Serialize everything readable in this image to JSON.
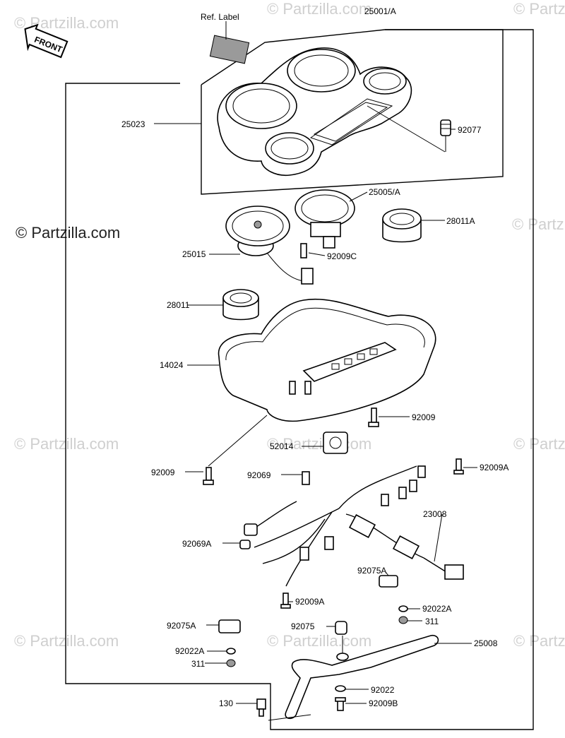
{
  "diagram": {
    "front_badge": "FRONT",
    "watermark_main": "© Partzilla.com",
    "watermark_faint": "© Partzilla.com",
    "callouts": [
      {
        "id": "ref-label",
        "text": "Ref. Label"
      },
      {
        "id": "25001A",
        "text": "25001/A"
      },
      {
        "id": "25023",
        "text": "25023"
      },
      {
        "id": "92077",
        "text": "92077"
      },
      {
        "id": "25005A",
        "text": "25005/A"
      },
      {
        "id": "28011A",
        "text": "28011A"
      },
      {
        "id": "25015",
        "text": "25015"
      },
      {
        "id": "92009C",
        "text": "92009C"
      },
      {
        "id": "28011",
        "text": "28011"
      },
      {
        "id": "14024",
        "text": "14024"
      },
      {
        "id": "92009-right",
        "text": "92009"
      },
      {
        "id": "52014",
        "text": "52014"
      },
      {
        "id": "92009-left",
        "text": "92009"
      },
      {
        "id": "92069",
        "text": "92069"
      },
      {
        "id": "92009A-top",
        "text": "92009A"
      },
      {
        "id": "23008",
        "text": "23008"
      },
      {
        "id": "92069A",
        "text": "92069A"
      },
      {
        "id": "92075A-right",
        "text": "92075A"
      },
      {
        "id": "92009A-bottom",
        "text": "92009A"
      },
      {
        "id": "92022A-right",
        "text": "92022A"
      },
      {
        "id": "311-right",
        "text": "311"
      },
      {
        "id": "92075A-left",
        "text": "92075A"
      },
      {
        "id": "92075",
        "text": "92075"
      },
      {
        "id": "25008",
        "text": "25008"
      },
      {
        "id": "92022A-left",
        "text": "92022A"
      },
      {
        "id": "311-left",
        "text": "311"
      },
      {
        "id": "92022",
        "text": "92022"
      },
      {
        "id": "130",
        "text": "130"
      },
      {
        "id": "92009B",
        "text": "92009B"
      }
    ]
  }
}
